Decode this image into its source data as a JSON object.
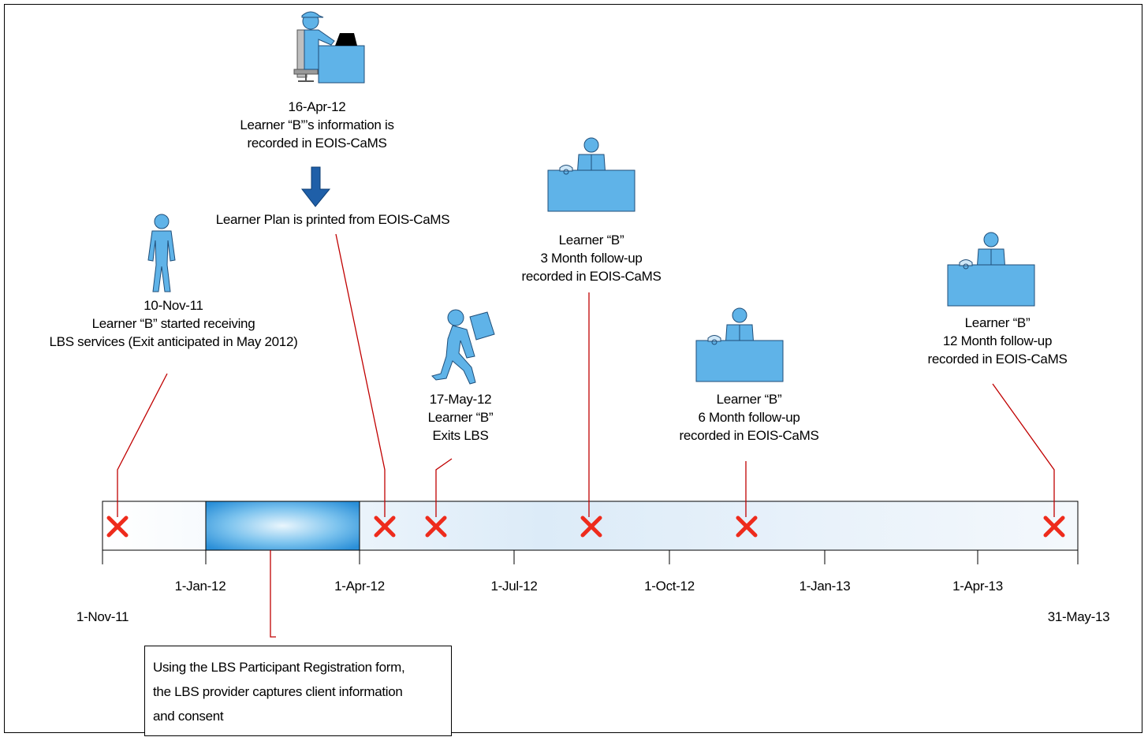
{
  "events": {
    "start": {
      "lines": [
        "10-Nov-11",
        "Learner “B” started receiving",
        "LBS services (Exit anticipated in May 2012)"
      ]
    },
    "recorded": {
      "lines": [
        "16-Apr-12",
        "Learner “B”’s information is",
        "recorded in EOIS-CaMS"
      ]
    },
    "plan_printed": {
      "lines": [
        "Learner Plan is printed from EOIS-CaMS"
      ]
    },
    "exit": {
      "lines": [
        "17-May-12",
        "Learner “B”",
        "Exits LBS"
      ]
    },
    "followup_3": {
      "lines": [
        "Learner “B”",
        "3 Month follow-up",
        "recorded in EOIS-CaMS"
      ]
    },
    "followup_6": {
      "lines": [
        "Learner “B”",
        "6 Month follow-up",
        "recorded in EOIS-CaMS"
      ]
    },
    "followup_12": {
      "lines": [
        "Learner “B”",
        "12 Month follow-up",
        "recorded in EOIS-CaMS"
      ]
    }
  },
  "axis": {
    "ticks": [
      "1-Jan-12",
      "1-Apr-12",
      "1-Jul-12",
      "1-Oct-12",
      "1-Jan-13",
      "1-Apr-13"
    ],
    "start_label": "1-Nov-11",
    "end_label": "31-May-13"
  },
  "registration_note": {
    "lines": [
      "Using the LBS Participant Registration form,",
      "the LBS provider captures client information",
      "and consent"
    ]
  },
  "colors": {
    "icon_blue": "#5fb3e8",
    "marker_red": "#ee2b1c",
    "leader_red": "#c00000",
    "highlight_blue": "#3a9fdf"
  },
  "icons": [
    "person-icon",
    "desk-worker-icon",
    "down-arrow-icon",
    "carrying-person-icon",
    "phone-desk-icon"
  ]
}
